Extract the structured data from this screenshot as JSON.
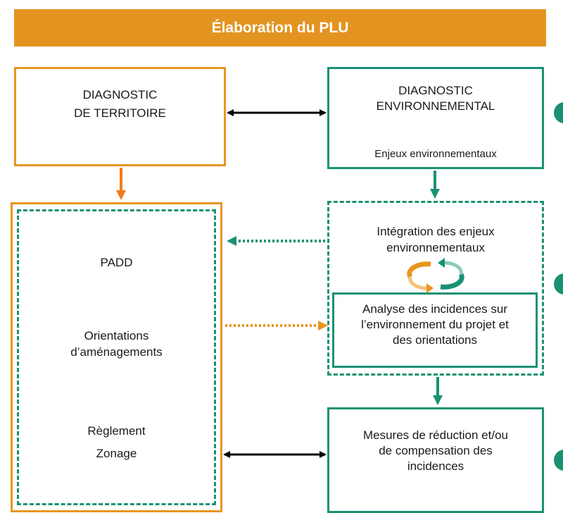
{
  "header": {
    "title": "Élaboration du PLU"
  },
  "diag_territoire": {
    "line1": "DIAGNOSTIC",
    "line2": "DE TERRITOIRE"
  },
  "diag_env": {
    "line1": "DIAGNOSTIC",
    "line2": "ENVIRONNEMENTAL",
    "subtitle": "Enjeux environnementaux"
  },
  "plu_docs": {
    "padd": "PADD",
    "orientations_1": "Orientations",
    "orientations_2": "d’aménagements",
    "reglement": "Règlement",
    "zonage": "Zonage"
  },
  "integration": {
    "line1": "Intégration des enjeux",
    "line2": "environnementaux"
  },
  "analyse": {
    "line1": "Analyse des incidences sur",
    "line2": "l’environnement du projet et",
    "line3": "des orientations"
  },
  "mesures": {
    "line1": "Mesures de réduction et/ou",
    "line2": "de compensation des",
    "line3": "incidences"
  },
  "colors": {
    "orange": "#e8961e",
    "teal": "#1a9174",
    "header": "#e39420"
  }
}
